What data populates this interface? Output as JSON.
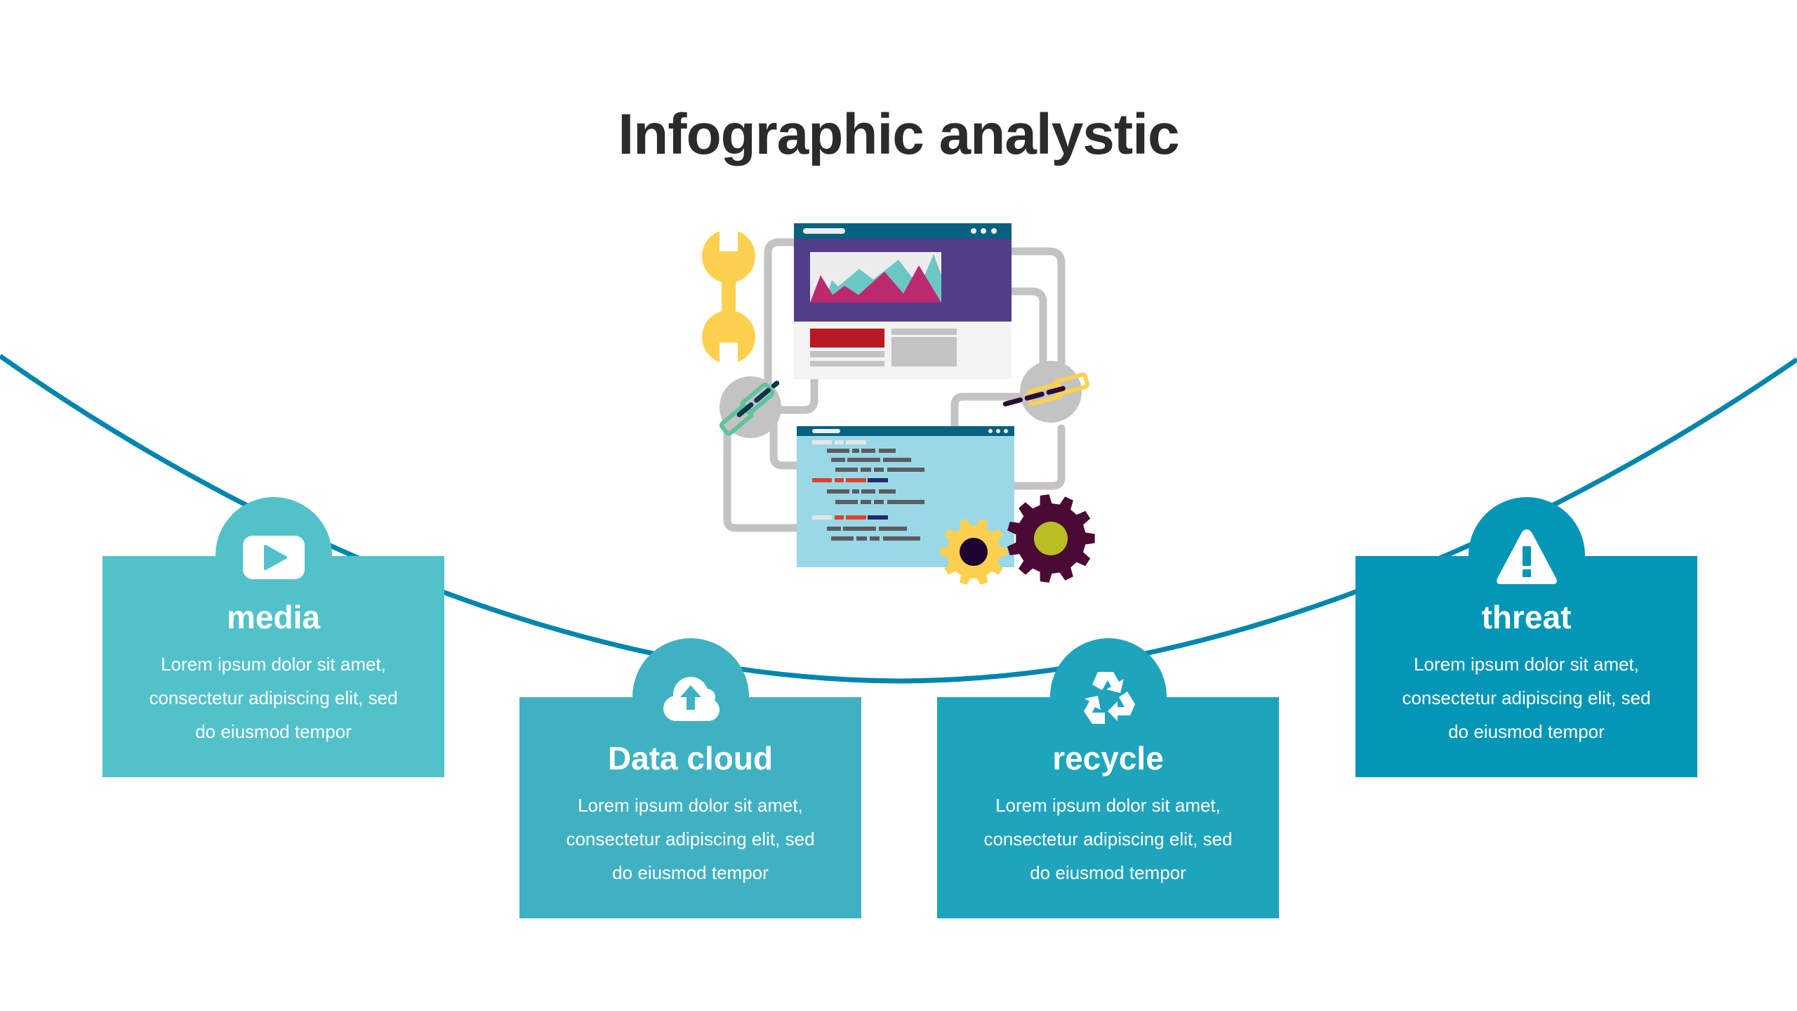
{
  "slide": {
    "title": "Infographic analystic"
  },
  "colors": {
    "curve": "#0086ae",
    "title": "#2b2b2d",
    "card_media": "#52c2ca",
    "card_data_cloud": "#40b1c3",
    "card_recycle": "#1fa4bd",
    "card_threat": "#0396b6"
  },
  "illustration": {
    "name": "web-analytics-illustration",
    "parts": [
      "wrench-icon",
      "browser-chart-window",
      "code-window",
      "link-icon",
      "gear-icon"
    ]
  },
  "cards": [
    {
      "icon": "play-video-icon",
      "title": "media",
      "lines": [
        "Lorem ipsum dolor sit amet,",
        "consectetur adipiscing elit, sed",
        "do eiusmod tempor"
      ]
    },
    {
      "icon": "cloud-upload-icon",
      "title": "Data cloud",
      "lines": [
        "Lorem ipsum dolor sit amet,",
        "consectetur adipiscing elit, sed",
        "do eiusmod tempor"
      ]
    },
    {
      "icon": "recycle-icon",
      "title": "recycle",
      "lines": [
        "Lorem ipsum dolor sit amet,",
        "consectetur adipiscing elit, sed",
        "do eiusmod tempor"
      ]
    },
    {
      "icon": "warning-icon",
      "title": "threat",
      "lines": [
        "Lorem ipsum dolor sit amet,",
        "consectetur adipiscing elit, sed",
        "do eiusmod tempor"
      ]
    }
  ]
}
